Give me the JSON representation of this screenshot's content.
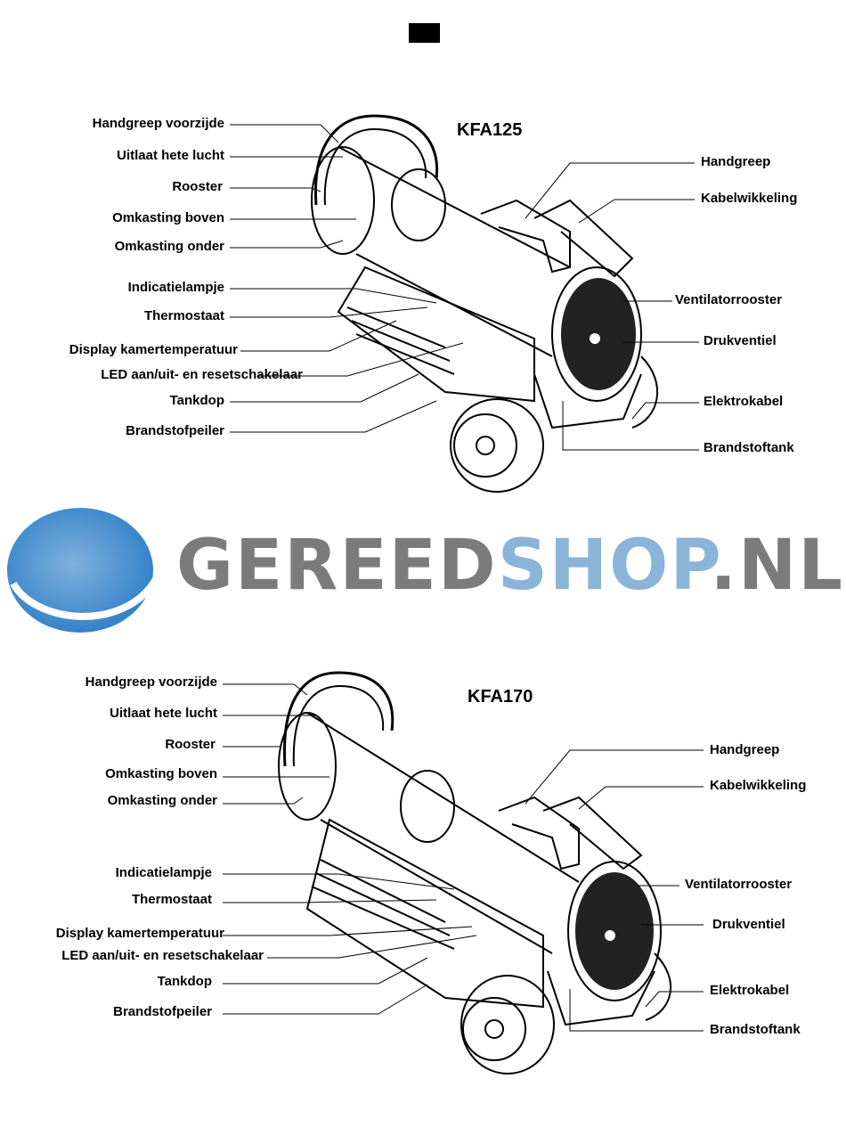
{
  "watermark": {
    "part1": "GEREED",
    "part2": "SHOP",
    "part3": ".NL",
    "colors": {
      "grey": "#7b7b7b",
      "blue": "#8ab4d8"
    }
  },
  "diagrams": [
    {
      "model": "KFA125",
      "labels_left": [
        "Handgreep voorzijde",
        "Uitlaat hete lucht",
        "Rooster",
        "Omkasting boven",
        "Omkasting onder",
        "Indicatielampje",
        "Thermostaat",
        "Display kamertemperatuur",
        "LED aan/uit- en resetschakelaar",
        "Tankdop",
        "Brandstofpeiler"
      ],
      "labels_right": [
        "Handgreep",
        "Kabelwikkeling",
        "Ventilatorrooster",
        "Drukventiel",
        "Elektrokabel",
        "Brandstoftank"
      ]
    },
    {
      "model": "KFA170",
      "labels_left": [
        "Handgreep voorzijde",
        "Uitlaat hete lucht",
        "Rooster",
        "Omkasting boven",
        "Omkasting onder",
        "Indicatielampje",
        "Thermostaat",
        "Display kamertemperatuur",
        "LED aan/uit- en resetschakelaar",
        "Tankdop",
        "Brandstofpeiler"
      ],
      "labels_right": [
        "Handgreep",
        "Kabelwikkeling",
        "Ventilatorrooster",
        "Drukventiel",
        "Elektrokabel",
        "Brandstoftank"
      ]
    }
  ]
}
